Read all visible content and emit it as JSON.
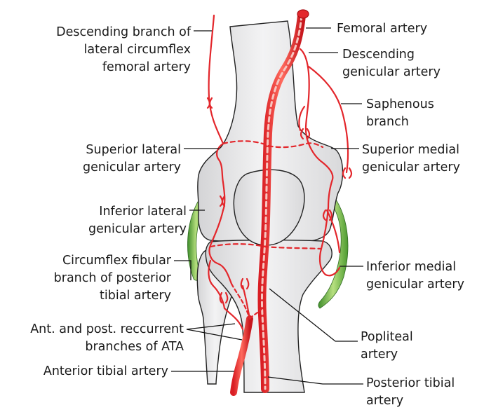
{
  "labels": {
    "desc_branch": "Descending branch of\nlateral circumflex\nfemoral artery",
    "femoral": "Femoral artery",
    "desc_genicular": "Descending\ngenicular artery",
    "saphenous": "Saphenous\nbranch",
    "sup_lateral": "Superior lateral\ngenicular artery",
    "sup_medial": "Superior medial\ngenicular artery",
    "inf_lateral": "Inferior lateral\ngenicular artery",
    "circ_fibular": "Circumflex fibular\nbranch of posterior\ntibial artery",
    "inf_medial": "Inferior medial\ngenicular artery",
    "recurrent": "Ant. and post. reccurrent\nbranches of ATA",
    "popliteal": "Popliteal\nartery",
    "ant_tibial": "Anterior tibial artery",
    "post_tibial": "Posterior tibial\nartery"
  },
  "colors": {
    "artery": "#e3262b",
    "artery_light": "#f6c3bd",
    "bone_fill": "#e9e9ea",
    "bone_outline": "#222222",
    "ligament": "#7cc242",
    "text": "#1a1a1a"
  }
}
